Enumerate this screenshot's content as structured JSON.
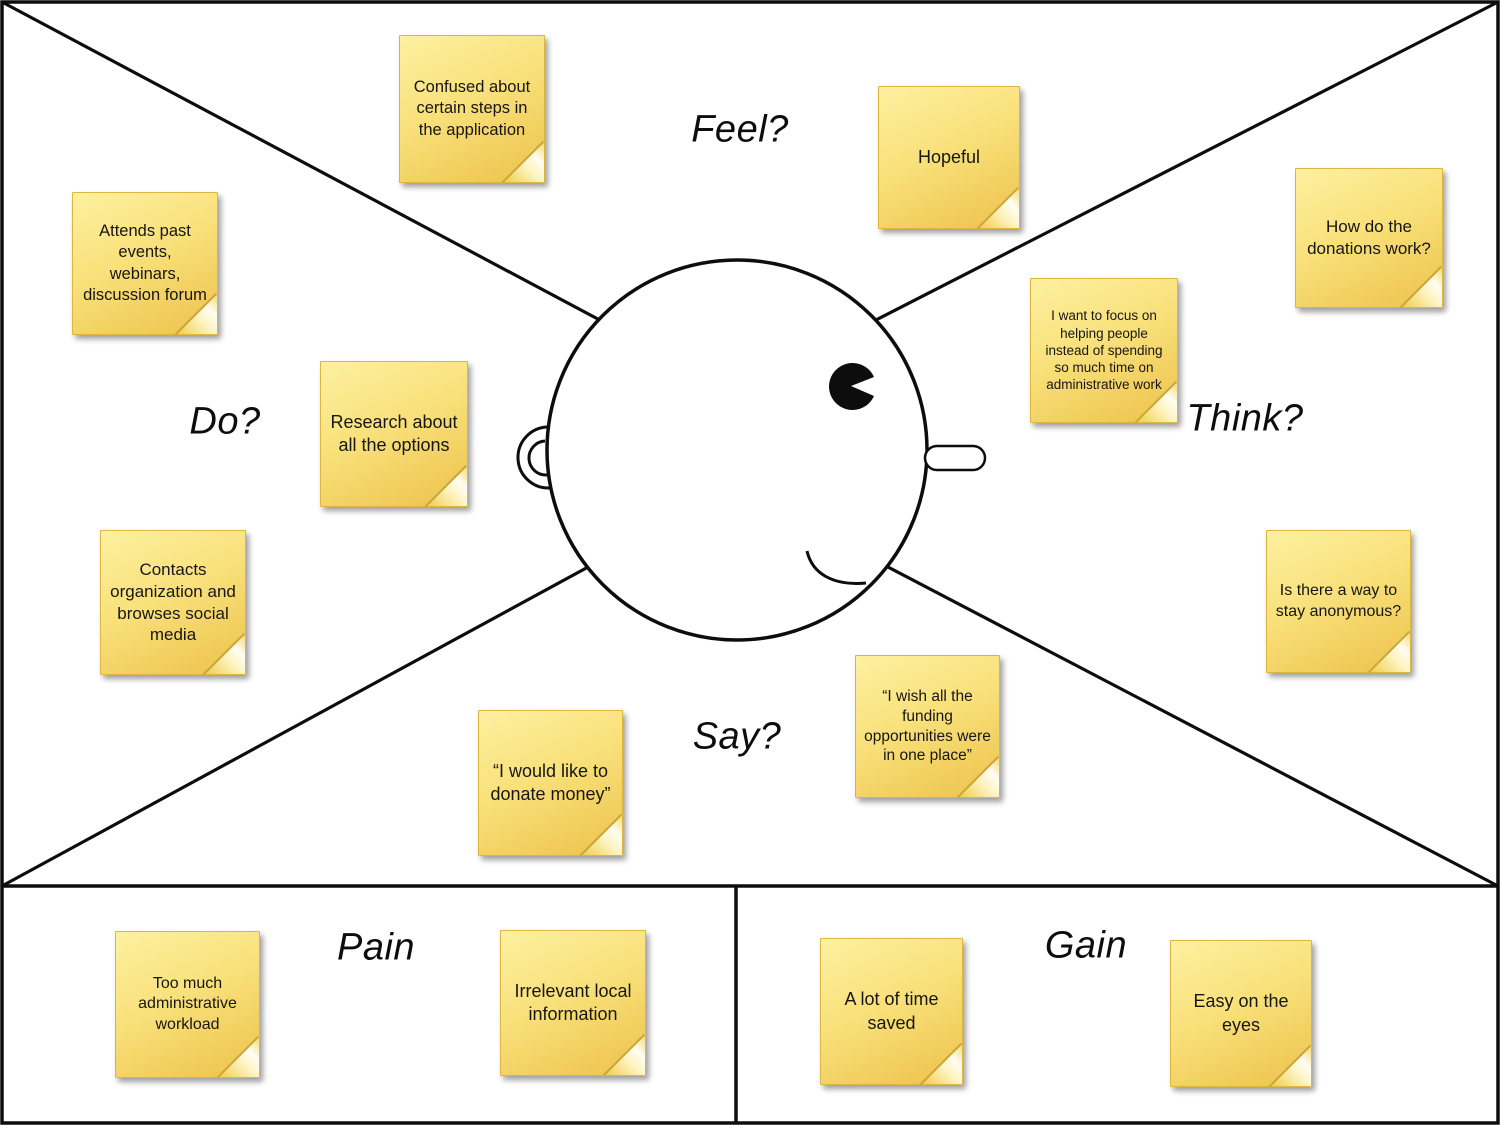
{
  "quadrants": {
    "feel": {
      "label": "Feel?",
      "notes": {
        "confused": "Confused about certain steps in the application",
        "hopeful": "Hopeful"
      }
    },
    "do": {
      "label": "Do?",
      "notes": {
        "attends": "Attends past events, webinars, discussion forum",
        "research": "Research about all the options",
        "contacts": "Contacts organization and browses social media"
      }
    },
    "think": {
      "label": "Think?",
      "notes": {
        "focus": "I want to focus on helping people instead of spending so much time on administrative work",
        "donations": "How do the donations work?",
        "anonymous": "Is there a way to stay anonymous?"
      }
    },
    "say": {
      "label": "Say?",
      "notes": {
        "donate": "“I would like to donate money”",
        "funding": "“I wish all the funding opportunities were in one place”"
      }
    }
  },
  "bottom_sections": {
    "pain": {
      "label": "Pain",
      "notes": {
        "admin": "Too much administrative workload",
        "irrelevant": "Irrelevant local information"
      }
    },
    "gain": {
      "label": "Gain",
      "notes": {
        "time": "A lot of time saved",
        "easy": "Easy on the eyes"
      }
    }
  },
  "colors": {
    "background": "#ffffff",
    "line": "#0d0d0d",
    "note_top": "#fdf0a0",
    "note_bottom": "#edc24b",
    "note_edge": "#dcb740",
    "note_text": "#161616"
  }
}
